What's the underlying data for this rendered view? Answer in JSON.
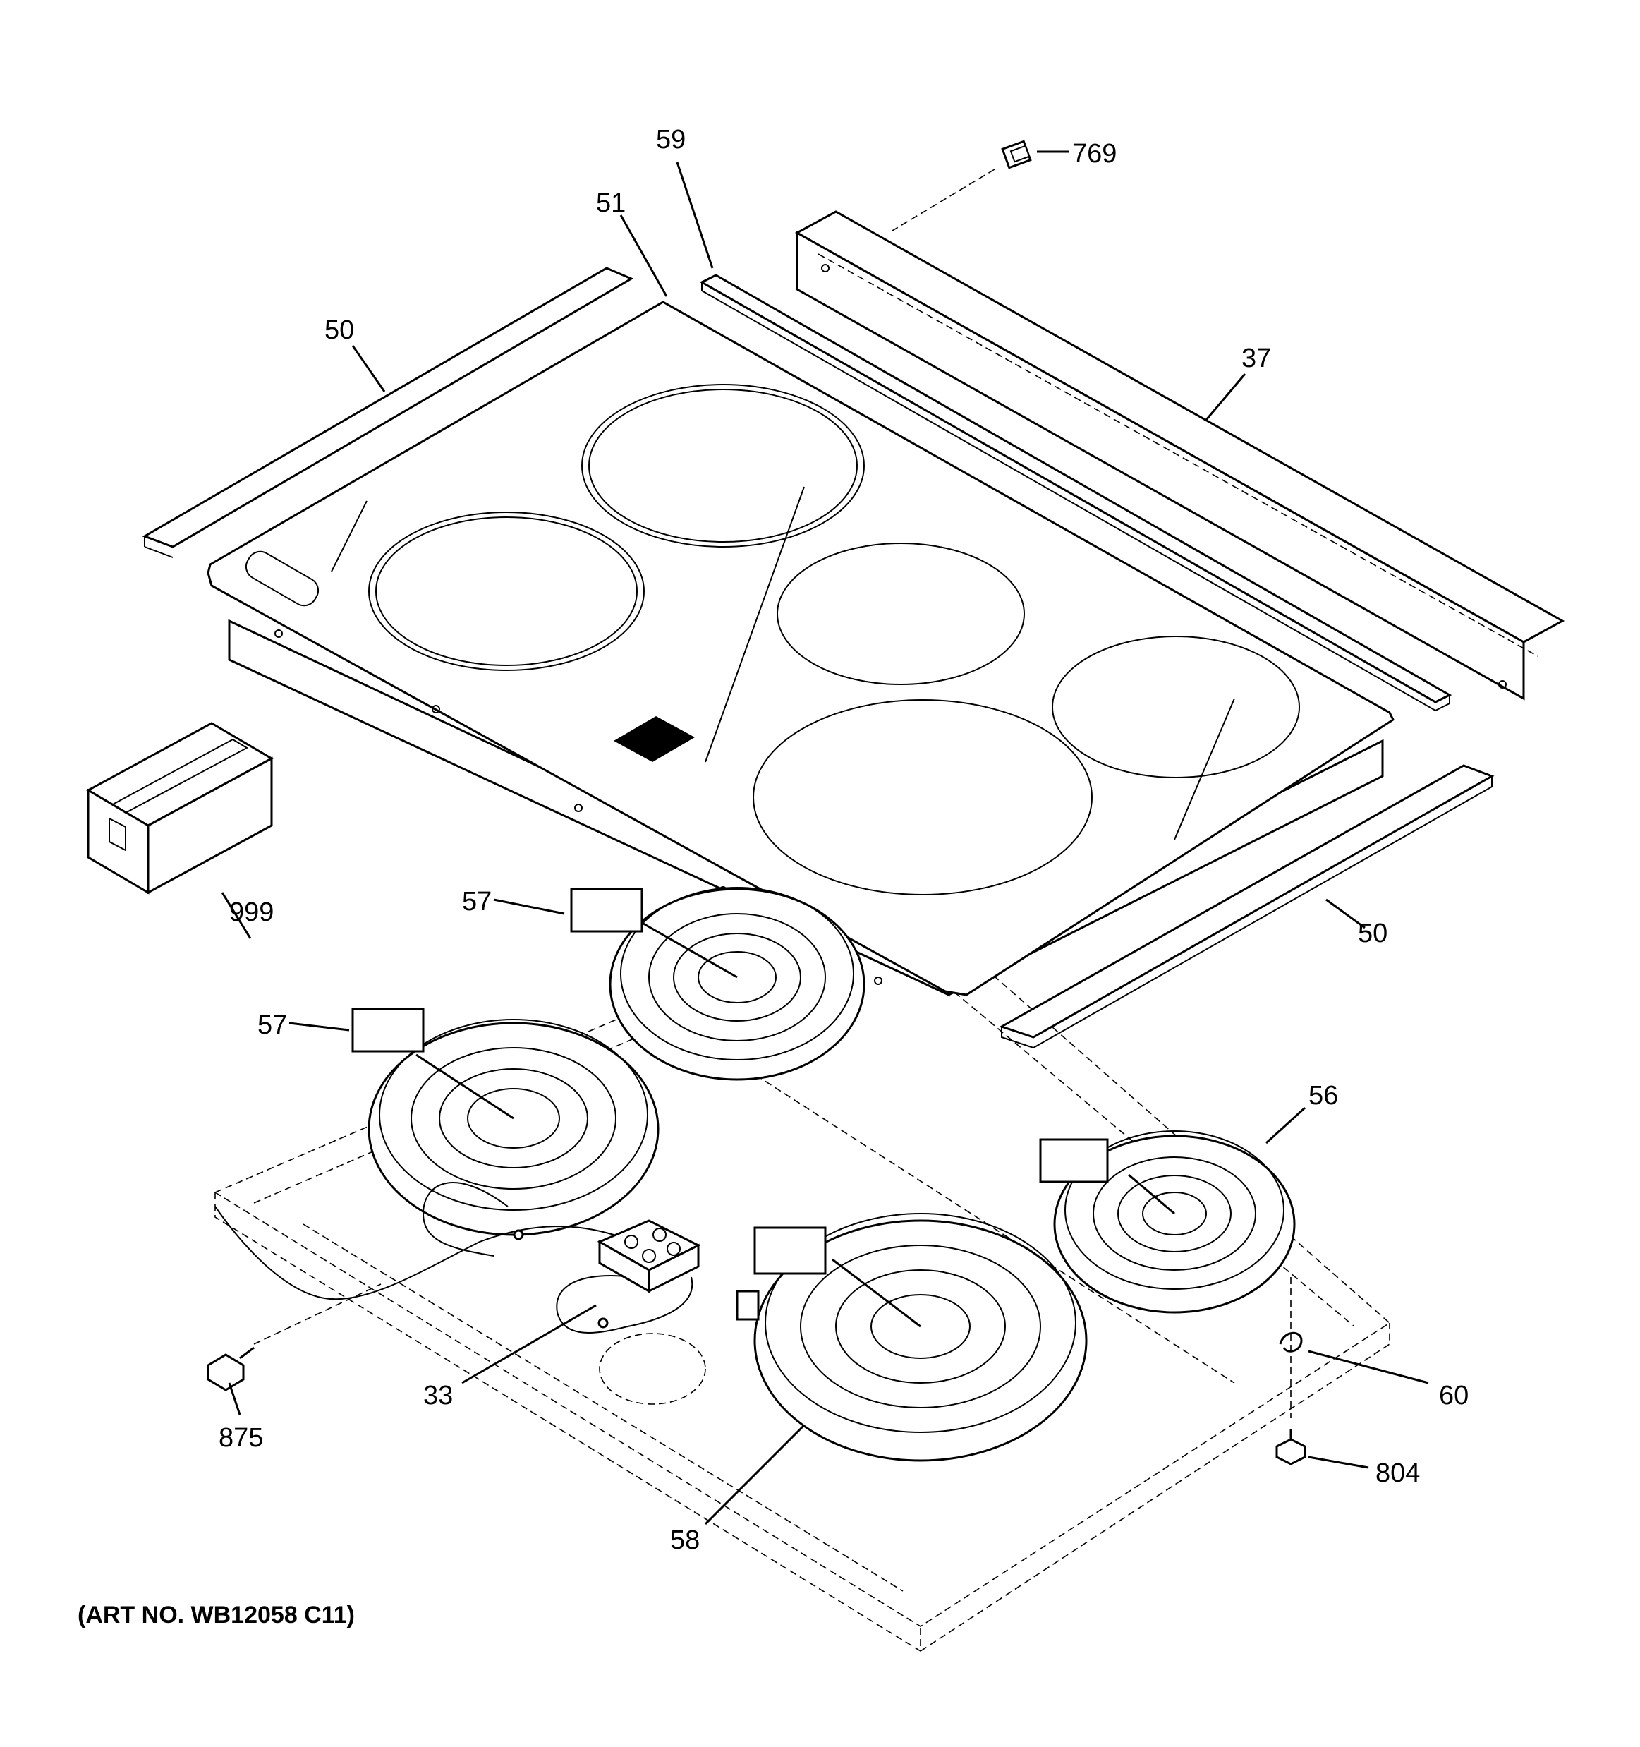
{
  "diagram": {
    "art_number": "(ART NO. WB12058 C11)",
    "callouts": [
      {
        "id": "c769",
        "label": "769"
      },
      {
        "id": "c59",
        "label": "59"
      },
      {
        "id": "c51",
        "label": "51"
      },
      {
        "id": "c50a",
        "label": "50"
      },
      {
        "id": "c37",
        "label": "37"
      },
      {
        "id": "c999",
        "label": "999"
      },
      {
        "id": "c57a",
        "label": "57"
      },
      {
        "id": "c50b",
        "label": "50"
      },
      {
        "id": "c57b",
        "label": "57"
      },
      {
        "id": "c56",
        "label": "56"
      },
      {
        "id": "c33",
        "label": "33"
      },
      {
        "id": "c60",
        "label": "60"
      },
      {
        "id": "c875",
        "label": "875"
      },
      {
        "id": "c804",
        "label": "804"
      },
      {
        "id": "c58",
        "label": "58"
      }
    ]
  }
}
